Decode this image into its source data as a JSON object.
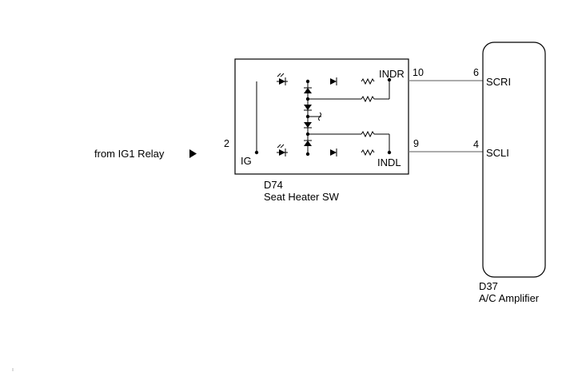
{
  "source": {
    "label": "from IG1 Relay"
  },
  "switch": {
    "code": "D74",
    "name": "Seat Heater SW",
    "terminals": [
      {
        "pin": "2",
        "name": "IG"
      },
      {
        "pin": "10",
        "name": "INDR"
      },
      {
        "pin": "9",
        "name": "INDL"
      }
    ]
  },
  "amplifier": {
    "code": "D37",
    "name": "A/C Amplifier",
    "terminals": [
      {
        "pin": "6",
        "name": "SCRI"
      },
      {
        "pin": "4",
        "name": "SCLI"
      }
    ]
  }
}
